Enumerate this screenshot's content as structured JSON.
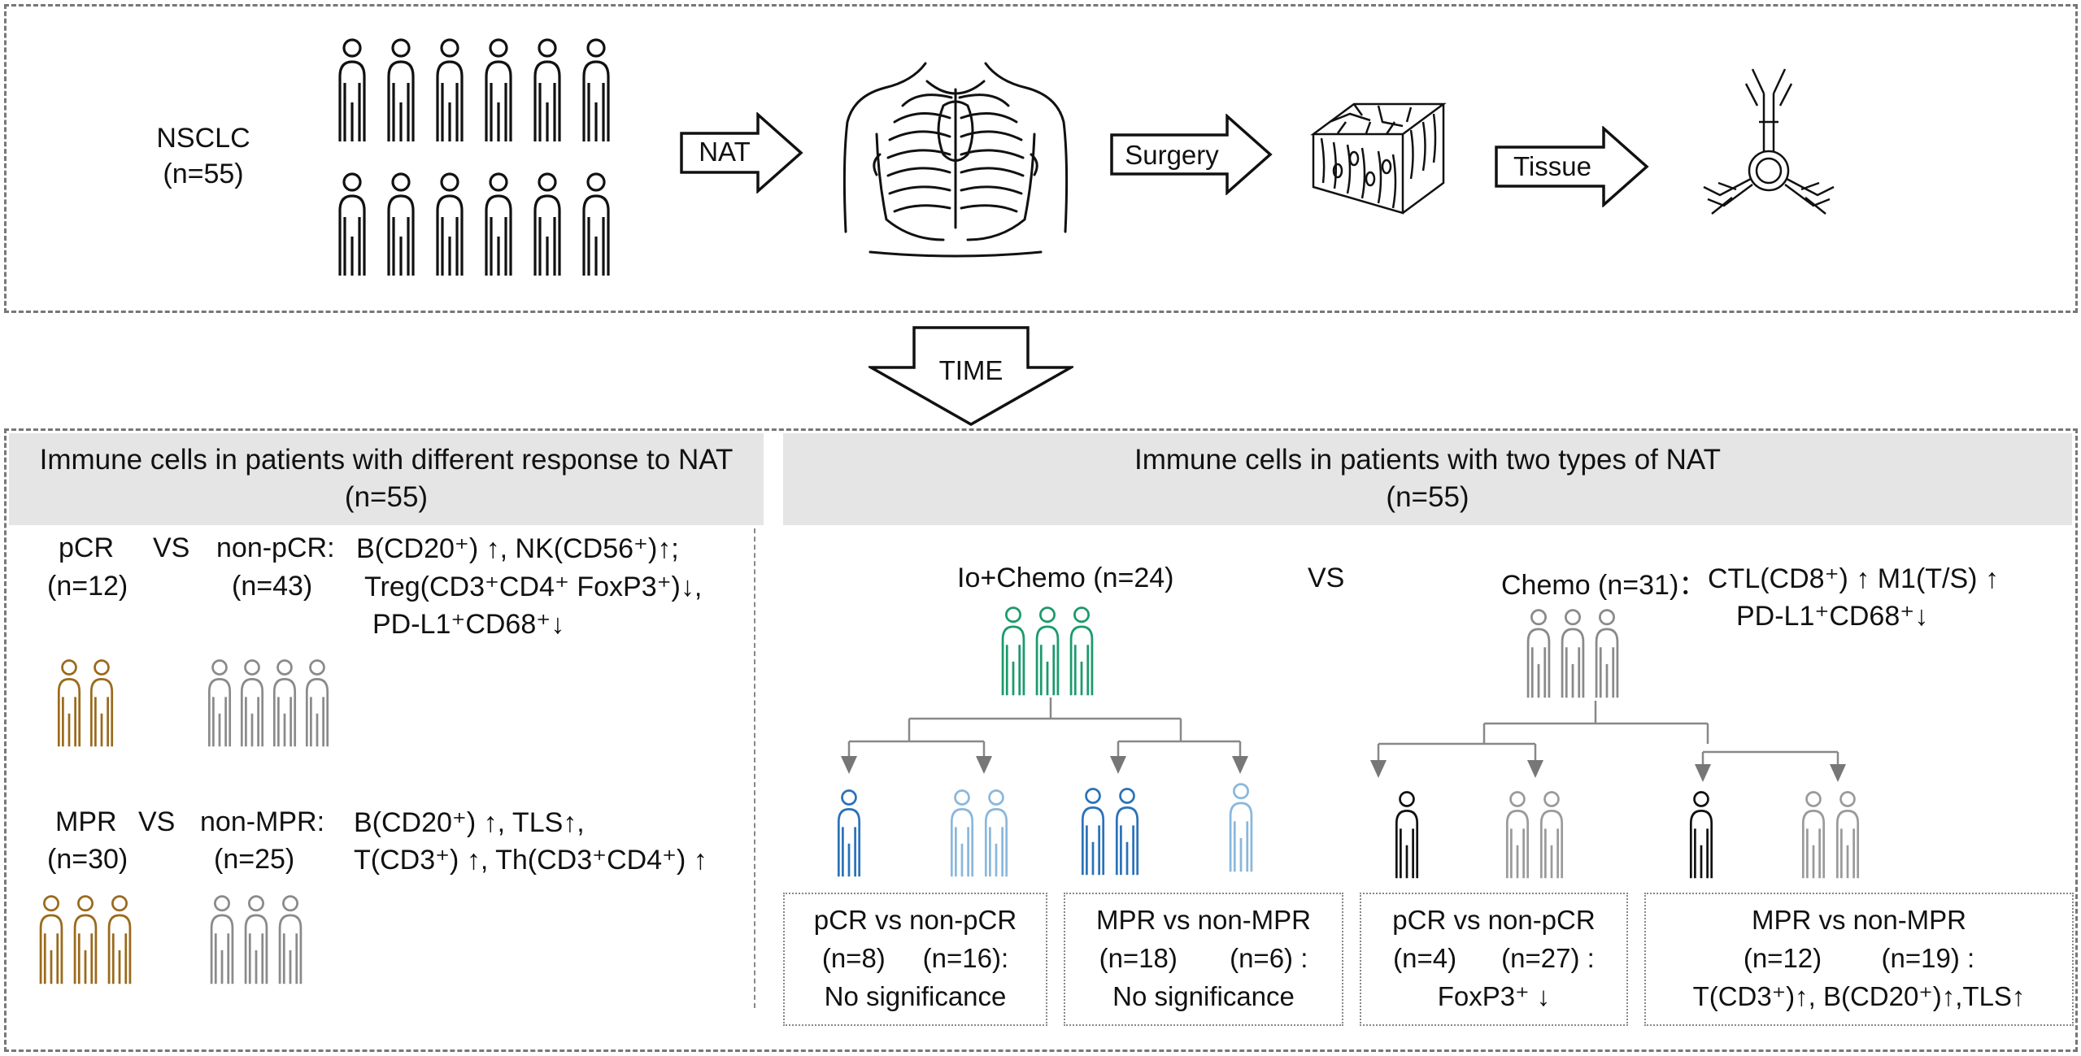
{
  "top": {
    "cohort": {
      "line1": "NSCLC",
      "line2": "(n=55)"
    },
    "arrows": {
      "nat": "NAT",
      "surgery": "Surgery",
      "tissue": "Tissue",
      "time": "TIME"
    }
  },
  "left_panel": {
    "header": {
      "line1": "Immune cells in patients with different response to NAT",
      "line2": "(n=55)"
    },
    "pcr": {
      "label": "pCR",
      "vs": "VS",
      "n": "(n=12)",
      "other_label": "non-pCR:",
      "other_n": "(n=43)",
      "result_l1": "B(CD20⁺) ↑, NK(CD56⁺)↑;",
      "result_l2": "Treg(CD3⁺CD4⁺ FoxP3⁺)↓,",
      "result_l3": "PD-L1⁺CD68⁺↓"
    },
    "mpr": {
      "label": "MPR",
      "vs": "VS",
      "n": "(n=30)",
      "other_label": "non-MPR:",
      "other_n": "(n=25)",
      "result_l1": "B(CD20⁺) ↑, TLS↑,",
      "result_l2": "T(CD3⁺) ↑, Th(CD3⁺CD4⁺) ↑"
    }
  },
  "right_panel": {
    "header": {
      "line1": "Immune cells in patients with two types of NAT",
      "line2": "(n=55)"
    },
    "io_group": "Io+Chemo (n=24)",
    "vs": "VS",
    "chemo_group": "Chemo (n=31)：",
    "chemo_result_l1": "CTL(CD8⁺) ↑ M1(T/S) ↑",
    "chemo_result_l2": "PD-L1⁺CD68⁺↓",
    "boxes": [
      {
        "l1": "pCR  vs non-pCR",
        "l2a": "(n=8)",
        "l2b": "(n=16):",
        "l3": "No significance"
      },
      {
        "l1": "MPR  vs non-MPR",
        "l2a": "(n=18)",
        "l2b": "(n=6)  :",
        "l3": "No significance"
      },
      {
        "l1": "pCR vs non-pCR",
        "l2a": "(n=4)",
        "l2b": "(n=27) :",
        "l3": "FoxP3⁺ ↓"
      },
      {
        "l1": "MPR  vs non-MPR",
        "l2a": "(n=12)",
        "l2b": "(n=19) :",
        "l3": "T(CD3⁺)↑, B(CD20⁺)↑,TLS↑"
      }
    ]
  },
  "colors": {
    "brown": "#9a6a1c",
    "gray": "#8a8a8a",
    "green": "#1c9a6c",
    "blue": "#2a72b8",
    "light_blue": "#8bb7dc",
    "black": "#111111",
    "header_bg": "#e6e5e6"
  },
  "icons": [
    "person-icon",
    "torso-icon",
    "tissue-block-icon",
    "antibody-icon"
  ]
}
